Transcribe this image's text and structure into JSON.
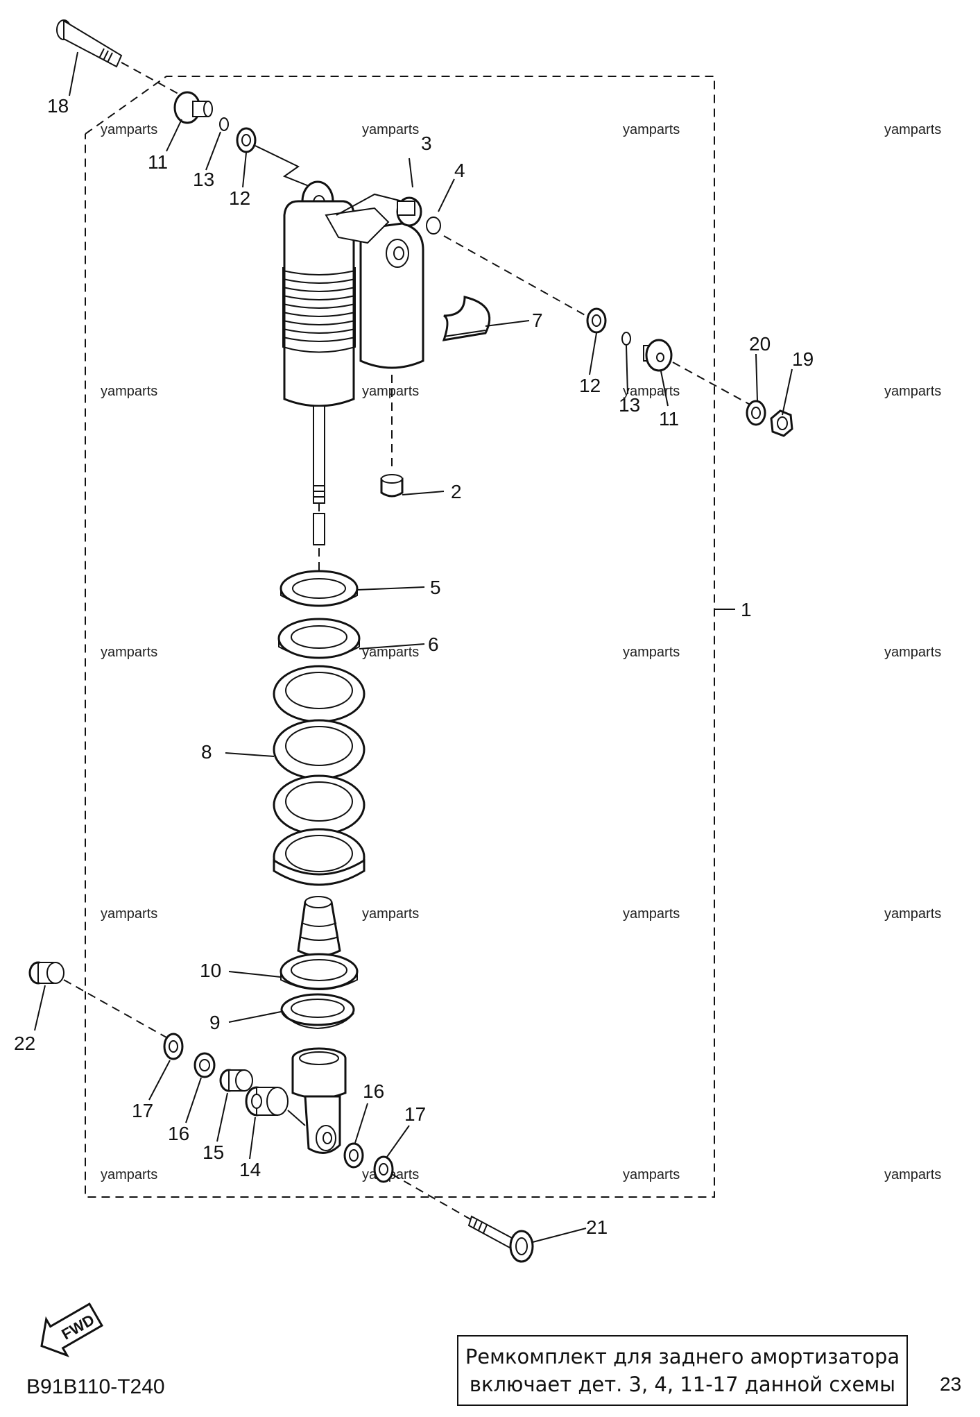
{
  "watermark": "yamparts",
  "labels": {
    "l1": "1",
    "l2": "2",
    "l3": "3",
    "l4": "4",
    "l5": "5",
    "l6": "6",
    "l7": "7",
    "l8": "8",
    "l9": "9",
    "l10": "10",
    "l11a": "11",
    "l11b": "11",
    "l12a": "12",
    "l12b": "12",
    "l13a": "13",
    "l13b": "13",
    "l14": "14",
    "l15": "15",
    "l16a": "16",
    "l16b": "16",
    "l17a": "17",
    "l17b": "17",
    "l18": "18",
    "l19": "19",
    "l20": "20",
    "l21": "21",
    "l22": "22",
    "l23": "23"
  },
  "diagram_code": "B91B110-T240",
  "fwd_badge": "FWD",
  "note": {
    "line1": "Ремкомплект для заднего амортизатора",
    "line2": "включает дет. 3, 4, 11-17 данной схемы"
  }
}
